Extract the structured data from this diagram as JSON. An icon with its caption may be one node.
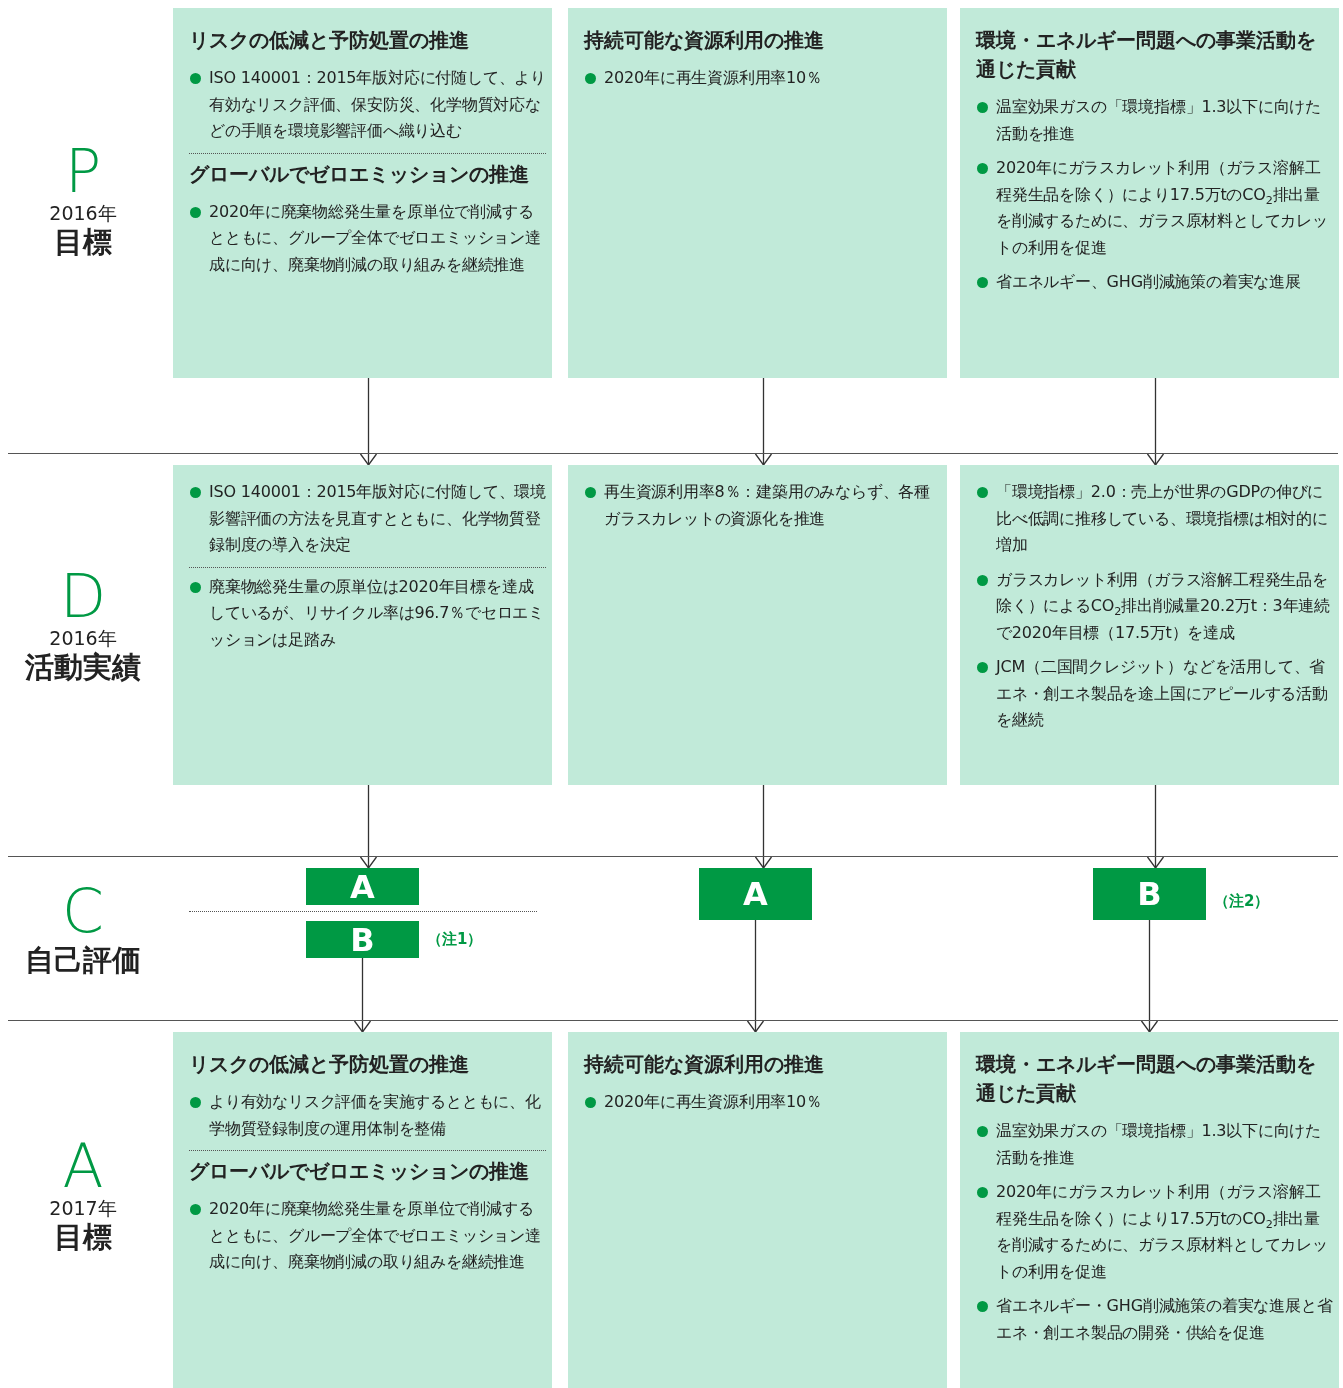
{
  "diagram": {
    "nodes": [
      {
        "text": [
          "リスクの低減と予防処置の推進",
          "ISO 140001：2015年版対応に付随して、より有効なリスク評価、保安防災、化学物質対応などの手順を環境影響評価へ織り込む",
          "グローバルでゼロエミッションの推進",
          "2020年に廃棄物総発生量を原単位で削減するとともに、グループ全体でゼロエミッション達成に向け、廃棄物削減の取り組みを継続推進"
        ]
      },
      {
        "text": [
          "持続可能な資源利用の推進",
          "2020年に再生資源利用率10％"
        ]
      },
      {
        "text": [
          "環境・エネルギー問題への事業活動を通じた貢献",
          "温室効果ガスの「環境指標」1.3以下に向けた活動を推進",
          "2020年にガラスカレット利用（ガラス溶解工程発生品を除く）により17.5万tのCO$_{2}$排出量を削減するために、ガラス原材料としてカレットの利用を促進",
          "省エネルギー、GHG削減施策の着実な進展"
        ]
      },
      {
        "text": [
          "ISO 140001：2015年版対応に付随して、環境影響評価の方法を見直すとともに、化学物質登録制度の導入を決定",
          "廃棄物総発生量の原単位は2020年目標を達成しているが、リサイクル率は96.7％でセロエミッションは足踏み"
        ]
      },
      {
        "text": [
          "再生資源利用率8％：建築用のみならず、各種ガラスカレットの資源化を推進"
        ]
      },
      {
        "text": [
          "「環境指標」2.0：売上が世界のGDPの伸びに比べ低調に推移している、環境指標は相対的に増加",
          "ガラスカレット利用（ガラス溶解工程発生品を除く）によるCO$_{2}$排出削減量20.2万t：3年連続で2020年目標（17.5万t）を達成",
          "JCM（二国間クレジット）などを活用して、省エネ・創エネ製品を途上国にアピールする活動を継続"
        ]
      },
      {
        "text": [
          "A"
        ]
      },
      {
        "text": [
          "B"
        ],
        "beside": [
          "（注1）"
        ]
      },
      {
        "text": [
          "A"
        ]
      },
      {
        "text": [
          "B"
        ],
        "beside": [
          "（注2）"
        ]
      },
      {
        "text": [
          "リスクの低減と予防処置の推進",
          "より有効なリスク評価を実施するとともに、化学物質登録制度の運用体制を整備",
          "グローバルでゼロエミッションの推進",
          "2020年に廃棄物総発生量を原単位で削減するとともに、グループ全体でゼロエミッション達成に向け、廃棄物削減の取り組みを継続推進"
        ]
      },
      {
        "text": [
          "持続可能な資源利用の推進",
          "2020年に再生資源利用率10％"
        ]
      },
      {
        "text": [
          "環境・エネルギー問題への事業活動を通じた貢献",
          "温室効果ガスの「環境指標」1.3以下に向けた活動を推進",
          "2020年にガラスカレット利用（ガラス溶解工程発生品を除く）により17.5万tのCO$_{2}$排出量を削減するために、ガラス原材料としてカレットの利用を促進",
          "省エネルギー・GHG削減施策の着実な進展と省エネ・創エネ製品の開発・供給を促進"
        ]
      }
    ],
    "edges": [
      {
        "from": 0,
        "to": 3,
        "arrow": "to"
      },
      {
        "from": 1,
        "to": 4,
        "arrow": "to"
      },
      {
        "from": 2,
        "to": 5,
        "arrow": "to"
      },
      {
        "from": 3,
        "to": 6,
        "arrow": "to"
      },
      {
        "from": 4,
        "to": 8,
        "arrow": "to"
      },
      {
        "from": 5,
        "to": 9,
        "arrow": "to"
      },
      {
        "from": 7,
        "to": 10,
        "arrow": "to"
      },
      {
        "from": 8,
        "to": 11,
        "arrow": "to"
      },
      {
        "from": 9,
        "to": 12,
        "arrow": "to"
      }
    ],
    "labels": [
      "P",
      "2016年",
      "目標",
      "D",
      "2016年",
      "活動実績",
      "C",
      "自己評価",
      "A",
      "2017年",
      "目標"
    ]
  }
}
